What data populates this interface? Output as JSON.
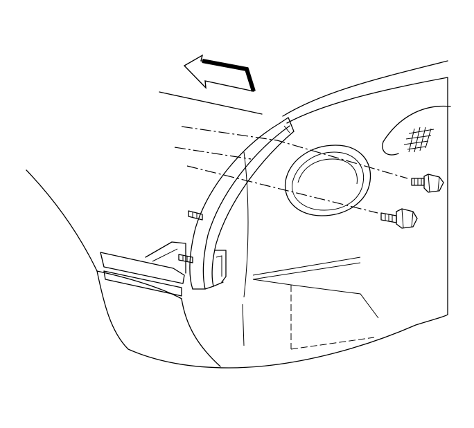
{
  "diagram": {
    "colors": {
      "line": "#000000",
      "background": "#ffffff"
    },
    "parts": [
      {
        "name": "direction-arrow"
      },
      {
        "name": "bumper-fascia"
      },
      {
        "name": "energy-absorber-bracket"
      },
      {
        "name": "fog-lamp-opening"
      },
      {
        "name": "grille-mesh"
      },
      {
        "name": "upper-bolt"
      },
      {
        "name": "lower-bolt"
      },
      {
        "name": "mounting-studs"
      }
    ]
  }
}
